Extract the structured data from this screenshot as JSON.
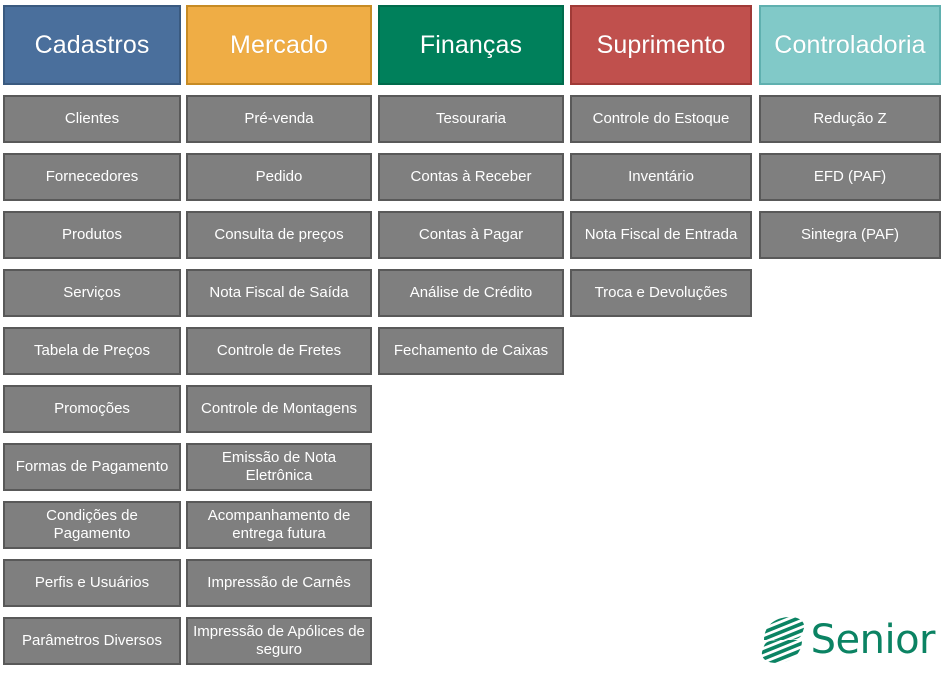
{
  "brand": {
    "logo_text": "Senior",
    "logo_mark_name": "senior-striped-ellipse-mark",
    "logo_color": "#0b8363"
  },
  "colors": {
    "item_fill": "#7f7f7f",
    "item_border": "#595959",
    "background": "#ffffff"
  },
  "columns": [
    {
      "header": {
        "label": "Cadastros",
        "fill": "#4a6f9c",
        "border": "#3a5a80"
      },
      "items": [
        "Clientes",
        "Fornecedores",
        "Produtos",
        "Serviços",
        "Tabela de Preços",
        "Promoções",
        "Formas de Pagamento",
        "Condições de Pagamento",
        "Perfis e Usuários",
        "Parâmetros Diversos"
      ]
    },
    {
      "header": {
        "label": "Mercado",
        "fill": "#efad45",
        "border": "#c78b24"
      },
      "items": [
        "Pré-venda",
        "Pedido",
        "Consulta de preços",
        "Nota Fiscal de Saída",
        "Controle de Fretes",
        "Controle de Montagens",
        "Emissão de Nota Eletrônica",
        "Acompanhamento de entrega futura",
        "Impressão de Carnês",
        "Impressão de Apólices de seguro"
      ]
    },
    {
      "header": {
        "label": "Finanças",
        "fill": "#00805b",
        "border": "#006b4c"
      },
      "items": [
        "Tesouraria",
        "Contas à Receber",
        "Contas à Pagar",
        "Análise de Crédito",
        "Fechamento de Caixas"
      ]
    },
    {
      "header": {
        "label": "Suprimento",
        "fill": "#c0504d",
        "border": "#a03a37"
      },
      "items": [
        "Controle do Estoque",
        "Inventário",
        "Nota Fiscal de Entrada",
        "Troca e Devoluções"
      ]
    },
    {
      "header": {
        "label": "Controladoria",
        "fill": "#81c9c8",
        "border": "#5fb0af"
      },
      "items": [
        "Redução Z",
        "EFD (PAF)",
        "Sintegra (PAF)"
      ]
    }
  ]
}
